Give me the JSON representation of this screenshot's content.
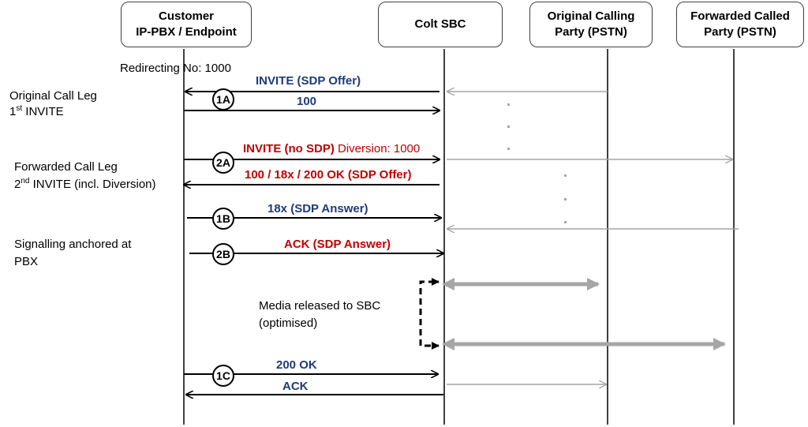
{
  "participants": {
    "customer": {
      "line1": "Customer",
      "line2": "IP-PBX / Endpoint"
    },
    "colt_sbc": {
      "label": "Colt SBC"
    },
    "original_calling": {
      "line1": "Original Calling",
      "line2": "Party (PSTN)"
    },
    "forwarded_called": {
      "line1": "Forwarded Called",
      "line2": "Party (PSTN)"
    }
  },
  "notes": {
    "redirecting_no": "Redirecting No: 1000",
    "original_leg_line1": "Original Call Leg",
    "original_leg_line2_num": "1",
    "original_leg_line2_sup": "st",
    "original_leg_line2_rest": " INVITE",
    "forwarded_leg_line1": "Forwarded Call Leg",
    "forwarded_leg_line2_num": "2",
    "forwarded_leg_line2_sup": "nd",
    "forwarded_leg_line2_rest": " INVITE  (incl. Diversion)",
    "anchored_line1": "Signalling anchored at",
    "anchored_line2": "PBX",
    "media_line1": "Media released to SBC",
    "media_line2": "(optimised)"
  },
  "messages": {
    "invite_sdp_offer": "INVITE (SDP Offer)",
    "trying_100": "100",
    "invite_no_sdp": "INVITE (no SDP)",
    "diversion": " Diversion: 1000",
    "provisional_sdp_offer": "100 / 18x / 200 OK (SDP Offer)",
    "ringing_sdp_answer": "18x (SDP Answer)",
    "ack_sdp_answer": "ACK (SDP Answer)",
    "ok_200": "200 OK",
    "ack": "ACK"
  },
  "steps": {
    "s1a": "1A",
    "s2a": "2A",
    "s1b": "1B",
    "s2b": "2B",
    "s1c": "1C"
  },
  "colors": {
    "blue_text": "#1f3a78",
    "red_text": "#c00000",
    "gray_line": "#a6a6a6",
    "black_line": "#000000"
  }
}
